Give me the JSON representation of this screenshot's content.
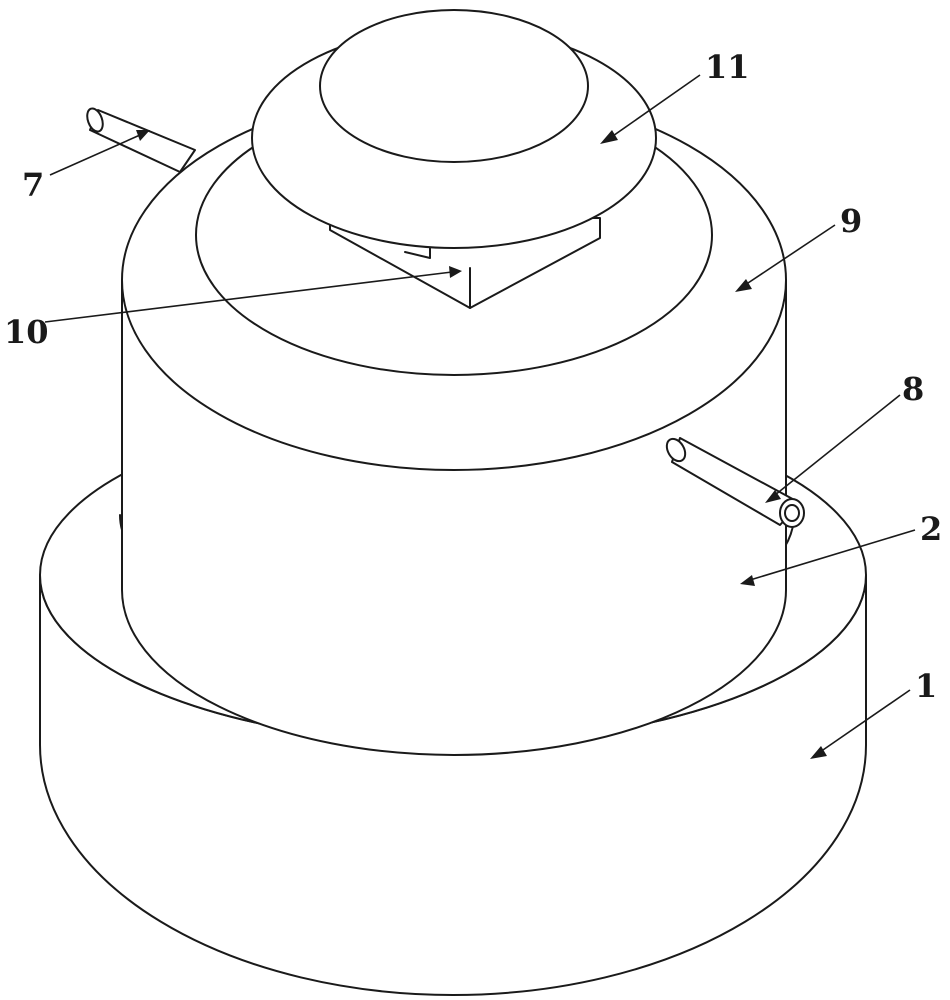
{
  "callouts": [
    {
      "id": "c1",
      "text": "1"
    },
    {
      "id": "c2",
      "text": "2"
    },
    {
      "id": "c7",
      "text": "7"
    },
    {
      "id": "c8",
      "text": "8"
    },
    {
      "id": "c9",
      "text": "9"
    },
    {
      "id": "c10",
      "text": "10"
    },
    {
      "id": "c11",
      "text": "11"
    }
  ]
}
